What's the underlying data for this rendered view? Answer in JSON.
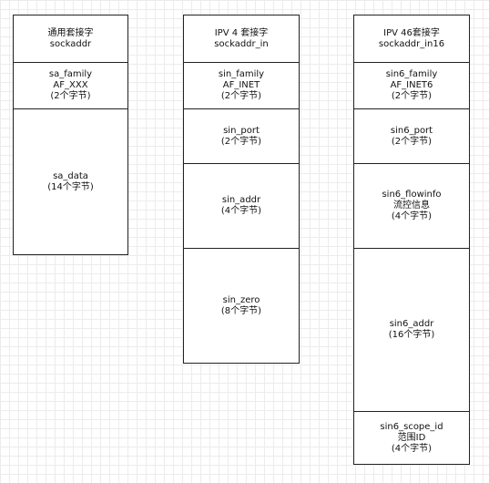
{
  "structs": [
    {
      "header": [
        "通用套接字",
        "sockaddr"
      ],
      "fields": [
        [
          "sa_family",
          "AF_XXX",
          "(2个字节)"
        ],
        [
          "sa_data",
          "(14个字节)"
        ]
      ]
    },
    {
      "header": [
        "IPV 4 套接字",
        "sockaddr_in"
      ],
      "fields": [
        [
          "sin_family",
          "AF_INET",
          "(2个字节)"
        ],
        [
          "sin_port",
          "(2个字节)"
        ],
        [
          "sin_addr",
          "(4个字节)"
        ],
        [
          "sin_zero",
          "(8个字节)"
        ]
      ]
    },
    {
      "header": [
        "IPV 46套接字",
        "sockaddr_in16"
      ],
      "fields": [
        [
          "sin6_family",
          "AF_INET6",
          "(2个字节)"
        ],
        [
          "sin6_port",
          "(2个字节)"
        ],
        [
          "sin6_flowinfo",
          "流控信息",
          "(4个字节)"
        ],
        [
          "sin6_addr",
          "(16个字节)"
        ],
        [
          "sin6_scope_id",
          "范围ID",
          "(4个字节)"
        ]
      ]
    }
  ]
}
